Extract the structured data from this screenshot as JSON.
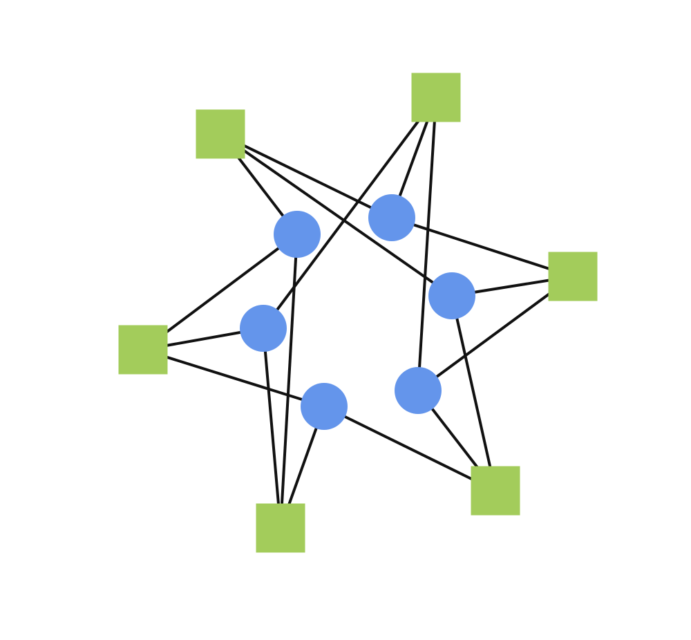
{
  "diagram": {
    "type": "bipartite-graph",
    "colors": {
      "background": "#ffffff",
      "square_node": "#a3cc5b",
      "circle_node": "#6495eb",
      "edge": "#111111"
    },
    "square_nodes": [
      {
        "id": "s1",
        "shape": "square"
      },
      {
        "id": "s2",
        "shape": "square"
      },
      {
        "id": "s3",
        "shape": "square"
      },
      {
        "id": "s4",
        "shape": "square"
      },
      {
        "id": "s5",
        "shape": "square"
      },
      {
        "id": "s6",
        "shape": "square"
      }
    ],
    "circle_nodes": [
      {
        "id": "c1",
        "shape": "circle"
      },
      {
        "id": "c2",
        "shape": "circle"
      },
      {
        "id": "c3",
        "shape": "circle"
      },
      {
        "id": "c4",
        "shape": "circle"
      },
      {
        "id": "c5",
        "shape": "circle"
      },
      {
        "id": "c6",
        "shape": "circle"
      }
    ],
    "edges": [
      [
        "s1",
        "c1"
      ],
      [
        "s1",
        "c2"
      ],
      [
        "s1",
        "c4"
      ],
      [
        "s2",
        "c1"
      ],
      [
        "s2",
        "c3"
      ],
      [
        "s2",
        "c5"
      ],
      [
        "s3",
        "c2"
      ],
      [
        "s3",
        "c3"
      ],
      [
        "s3",
        "c6"
      ],
      [
        "s4",
        "c1"
      ],
      [
        "s4",
        "c4"
      ],
      [
        "s4",
        "c5"
      ],
      [
        "s5",
        "c4"
      ],
      [
        "s5",
        "c5"
      ],
      [
        "s5",
        "c6"
      ],
      [
        "s6",
        "c2"
      ],
      [
        "s6",
        "c3"
      ],
      [
        "s6",
        "c6"
      ]
    ]
  }
}
